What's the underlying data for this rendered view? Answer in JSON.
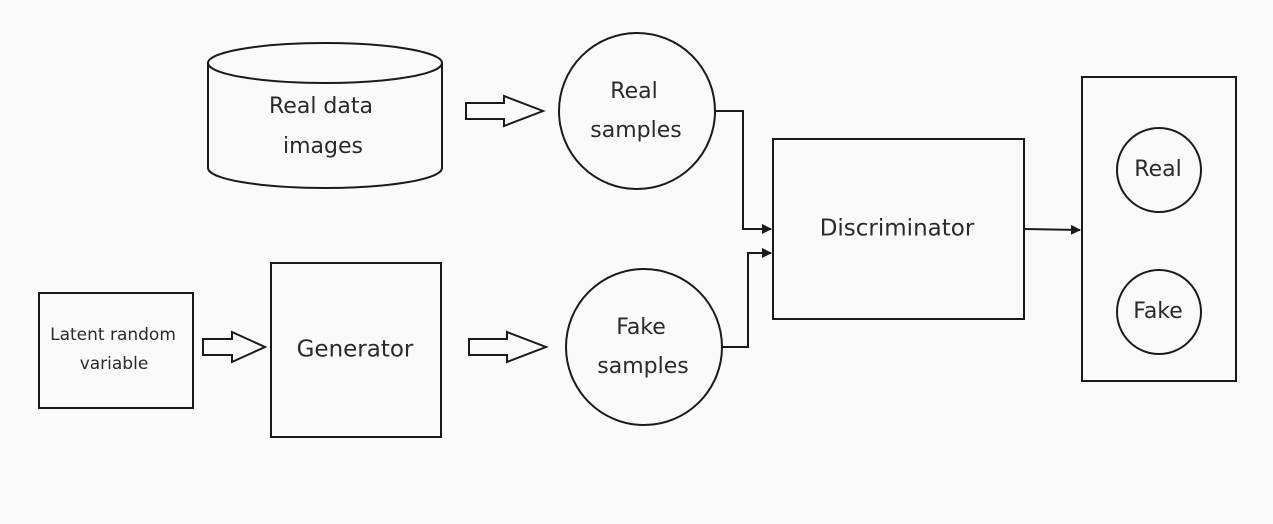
{
  "nodes": {
    "real_data": {
      "line1": "Real data",
      "line2": "images"
    },
    "latent": {
      "line1": "Latent random",
      "line2": "variable"
    },
    "generator": {
      "label": "Generator"
    },
    "real_samples": {
      "line1": "Real",
      "line2": "samples"
    },
    "fake_samples": {
      "line1": "Fake",
      "line2": "samples"
    },
    "discriminator": {
      "label": "Discriminator"
    },
    "output": {
      "real": "Real",
      "fake": "Fake"
    }
  },
  "colors": {
    "stroke": "#1a1a1a",
    "background": "#fafafa",
    "text": "#2a2a2a"
  }
}
